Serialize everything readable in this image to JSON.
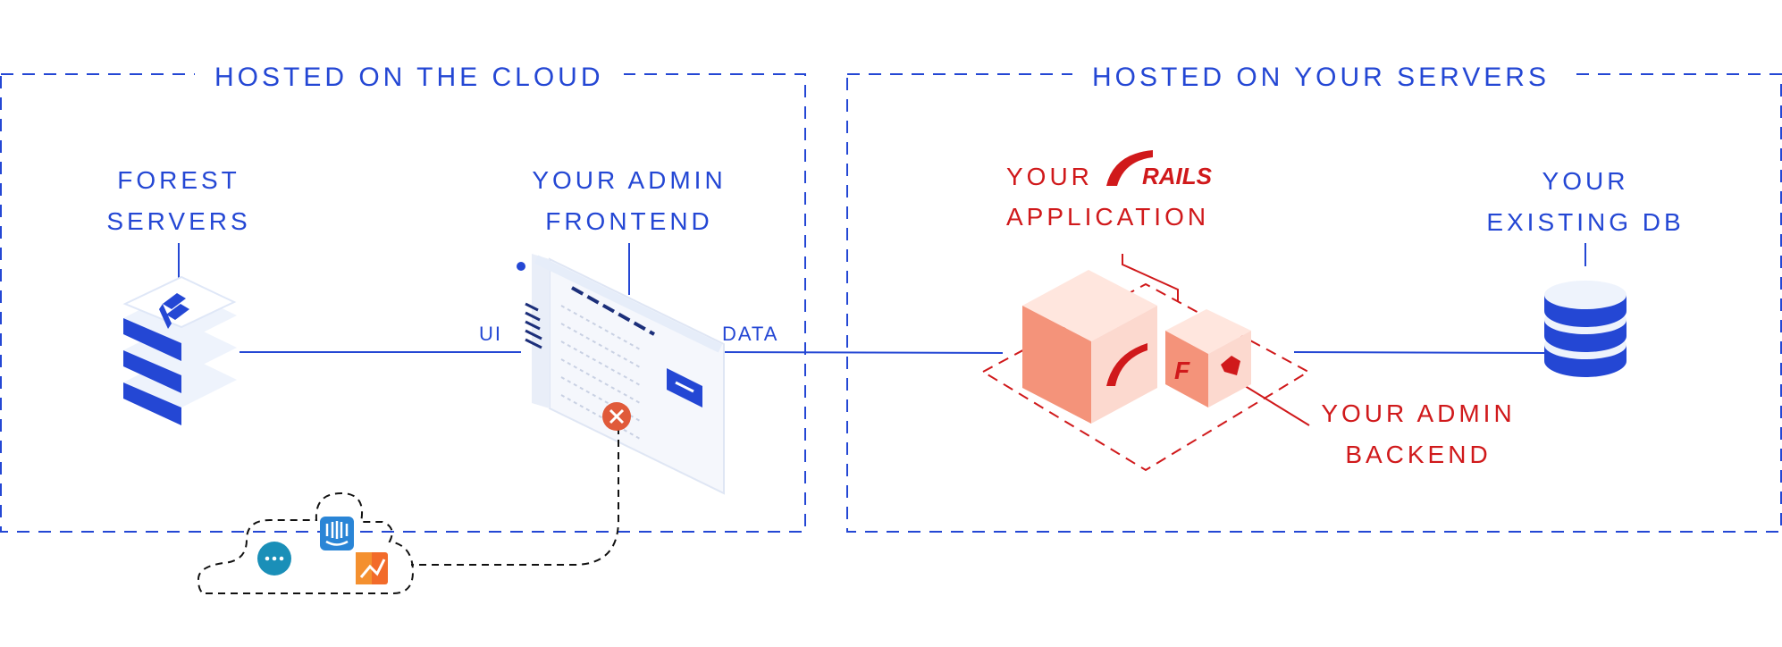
{
  "cloud_panel": {
    "title": "HOSTED ON THE CLOUD"
  },
  "servers_panel": {
    "title": "HOSTED ON YOUR SERVERS"
  },
  "forest_servers": {
    "line1": "FOREST",
    "line2": "SERVERS"
  },
  "admin_frontend": {
    "line1": "YOUR ADMIN",
    "line2": "FRONTEND"
  },
  "rails_app": {
    "line1": "YOUR",
    "logo_text": "RAILS",
    "line2": "APPLICATION"
  },
  "existing_db": {
    "line1": "YOUR",
    "line2": "EXISTING DB"
  },
  "admin_backend": {
    "line1": "YOUR ADMIN",
    "line2": "BACKEND"
  },
  "connections": {
    "ui": "UI",
    "data": "DATA"
  },
  "integrations": [
    "chat-icon",
    "intercom-icon",
    "analytics-icon"
  ],
  "colors": {
    "blue": "#2447d4",
    "red": "#d0191b",
    "cube_dark": "#f4937a",
    "cube_light": "#fcd9cf",
    "cube_top": "#ffe6de",
    "error": "#e05a3a"
  }
}
